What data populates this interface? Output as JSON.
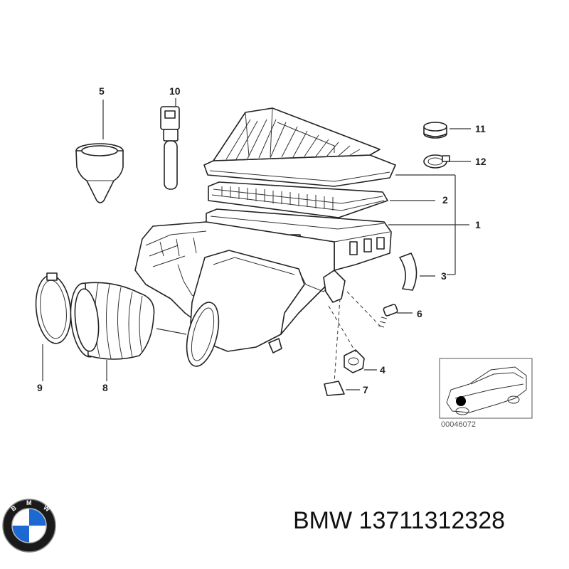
{
  "callouts": {
    "c1": "1",
    "c2": "2",
    "c3": "3",
    "c4": "4",
    "c5": "5",
    "c6": "6",
    "c7": "7",
    "c8": "8",
    "c9": "9",
    "c10": "10",
    "c11": "11",
    "c12": "12"
  },
  "inset": {
    "reference_code": "00046072"
  },
  "footer": {
    "brand": "BMW",
    "part_number": "13711312328",
    "logo_text": "BMW"
  },
  "colors": {
    "line": "#222222",
    "logo_blue": "#1c69d4",
    "logo_ring": "#1a1a1a"
  }
}
